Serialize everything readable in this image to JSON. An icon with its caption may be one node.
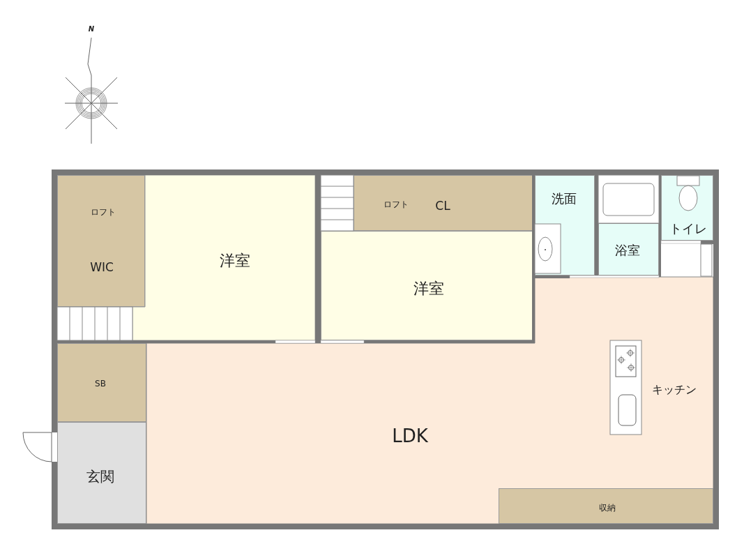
{
  "diagram": {
    "nodes": [
      {
        "text": [
          "ロフト",
          "WIC"
        ]
      },
      {
        "text": [
          "洋室"
        ]
      },
      {
        "text": [
          "ロフト",
          "CL"
        ]
      },
      {
        "text": [
          "洋室"
        ]
      },
      {
        "text": [
          "洗面"
        ]
      },
      {
        "text": [
          "浴室"
        ]
      },
      {
        "text": [
          "トイレ"
        ]
      },
      {
        "text": [
          "SB"
        ]
      },
      {
        "text": [
          "玄関"
        ]
      },
      {
        "text": [
          "LDK"
        ]
      },
      {
        "text": [
          "収納"
        ],
        "in": 9
      }
    ],
    "edges": [],
    "labels": [
      "N",
      "キッチン"
    ]
  }
}
